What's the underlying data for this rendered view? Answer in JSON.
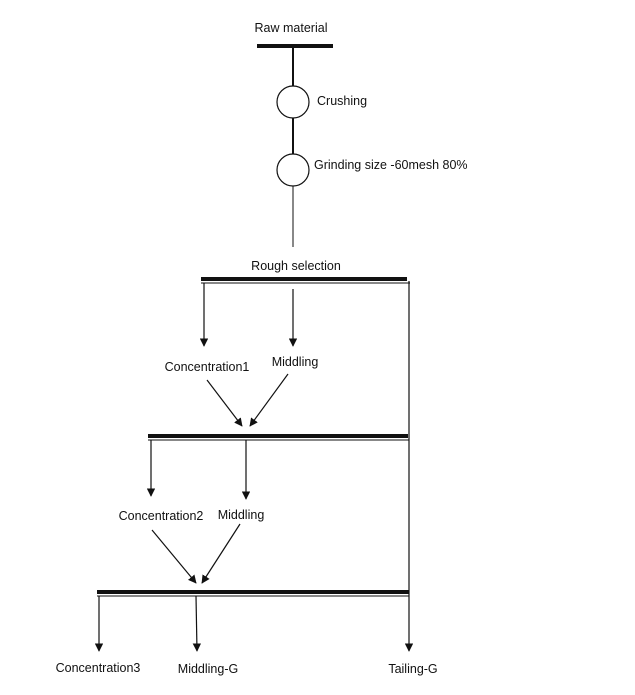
{
  "diagram": {
    "nodes": {
      "raw_material": "Raw material",
      "crushing": "Crushing",
      "grinding": "Grinding size -60mesh 80%",
      "rough_selection": "Rough selection",
      "concentration1": "Concentration1",
      "middling1": "Middling",
      "concentration2": "Concentration2",
      "middling2": "Middling",
      "concentration3": "Concentration3",
      "middling_g": "Middling-G",
      "tailing_g": "Tailing-G"
    },
    "colors": {
      "line": "#111111",
      "background": "#ffffff"
    }
  }
}
